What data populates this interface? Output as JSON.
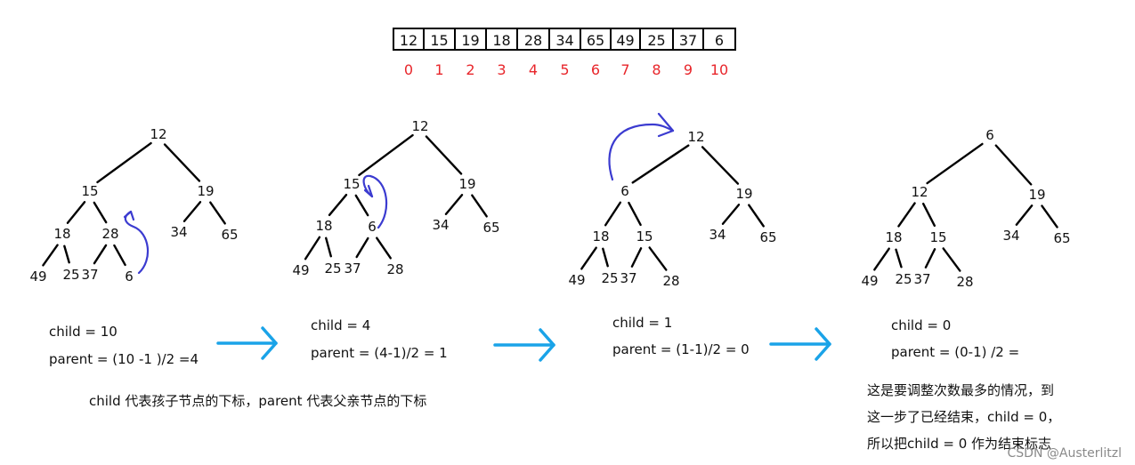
{
  "colors": {
    "highlight_red": "#e8262b",
    "highlight_orange": "#f0932a",
    "curve_blue": "#3b3bd0",
    "arrow_blue": "#1aa3e8"
  },
  "array": {
    "values": [
      "12",
      "15",
      "19",
      "18",
      "28",
      "34",
      "65",
      "49",
      "25",
      "37",
      "6"
    ],
    "indices": [
      "0",
      "1",
      "2",
      "3",
      "4",
      "5",
      "6",
      "7",
      "8",
      "9",
      "10"
    ]
  },
  "steps": [
    {
      "nodes": [
        "12",
        "15",
        "19",
        "18",
        "28",
        "34",
        "65",
        "49",
        "25",
        "37",
        "6"
      ],
      "highlight": "6",
      "child_text": "child = 10",
      "parent_text": "parent = (10 -1 )/2 =4"
    },
    {
      "nodes": [
        "12",
        "15",
        "19",
        "18",
        "6",
        "34",
        "65",
        "49",
        "25",
        "37",
        "28"
      ],
      "highlight": "6",
      "child_text": "child = 4",
      "parent_text": "parent = (4-1)/2 = 1"
    },
    {
      "nodes": [
        "12",
        "6",
        "19",
        "18",
        "15",
        "34",
        "65",
        "49",
        "25",
        "37",
        "28"
      ],
      "highlight": "6",
      "child_text": "child = 1",
      "parent_text": "parent = (1-1)/2 = 0"
    },
    {
      "nodes": [
        "6",
        "12",
        "19",
        "18",
        "15",
        "34",
        "65",
        "49",
        "25",
        "37",
        "28"
      ],
      "highlight": "6",
      "child_text": "child = 0",
      "parent_text": "parent = (0-1) /2 ="
    }
  ],
  "notes": {
    "legend": "child 代表孩子节点的下标，parent 代表父亲节点的下标",
    "end_lines": [
      "这是要调整次数最多的情况，到",
      "这一步了已经结束，child = 0，",
      "所以把child = 0 作为结束标志"
    ]
  },
  "watermark": "CSDN @Austerlitzl"
}
